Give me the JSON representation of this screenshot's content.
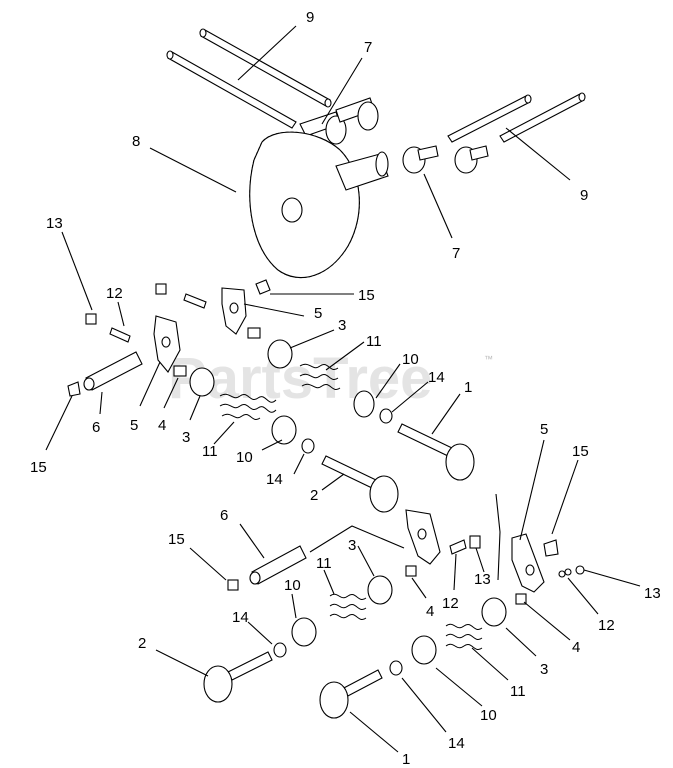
{
  "watermark": {
    "text": "PartsTree",
    "trademark": "™"
  },
  "callouts": {
    "c9a": "9",
    "c7a": "7",
    "c8": "8",
    "c9b": "9",
    "c7b": "7",
    "c13a": "13",
    "c12a": "12",
    "c15a": "15",
    "c5a": "5",
    "c3a": "3",
    "c11a": "11",
    "c10a": "10",
    "c14a": "14",
    "c1a": "1",
    "c5b": "5",
    "c4a": "4",
    "c3b": "3",
    "c15b": "15",
    "c6a": "6",
    "c11b": "11",
    "c10b": "10",
    "c14b": "14",
    "c2a": "2",
    "c5c": "5",
    "c15c": "15",
    "c6b": "6",
    "c15d": "15",
    "c11c": "11",
    "c3c": "3",
    "c13b": "13",
    "c13c": "13",
    "c12b": "12",
    "c4b": "4",
    "c12c": "12",
    "c10c": "10",
    "c14c": "14",
    "c2b": "2",
    "c4c": "4",
    "c3d": "3",
    "c11d": "11",
    "c10d": "10",
    "c14d": "14",
    "c1b": "1"
  }
}
